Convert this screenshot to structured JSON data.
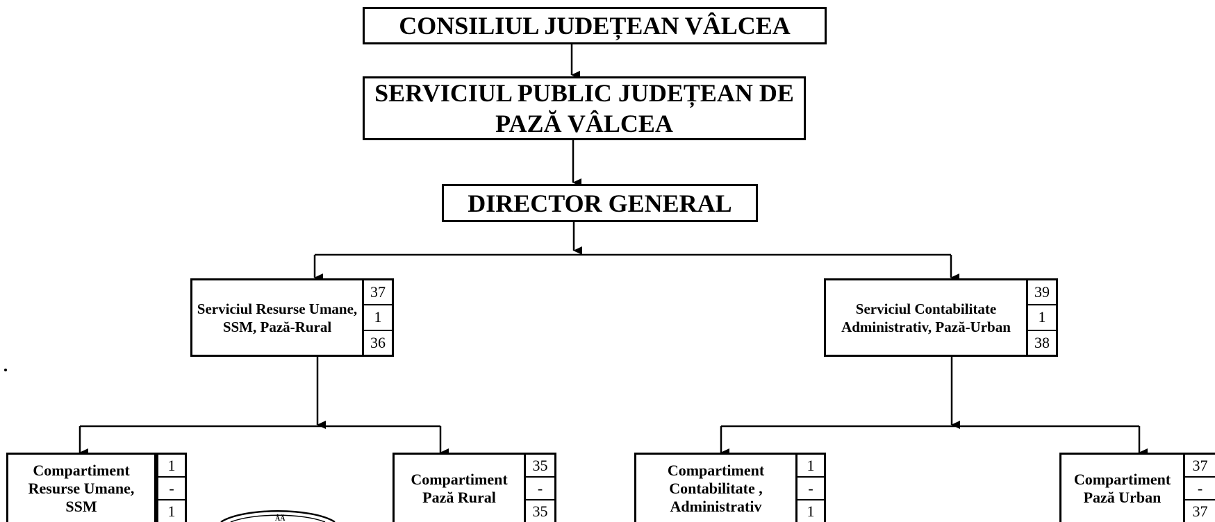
{
  "org_chart": {
    "top": {
      "label": "CONSILIUL JUDEȚEAN VÂLCEA"
    },
    "service": {
      "label": "SERVICIUL PUBLIC JUDEȚEAN DE PAZĂ VÂLCEA"
    },
    "director": {
      "label": "DIRECTOR GENERAL"
    },
    "left_service": {
      "label": "Serviciul Resurse Umane, SSM, Pază-Rural",
      "counts": [
        "37",
        "1",
        "36"
      ]
    },
    "right_service": {
      "label": "Serviciul Contabilitate Administrativ, Pază-Urban",
      "counts": [
        "39",
        "1",
        "38"
      ]
    },
    "compartments": [
      {
        "label": "Compartiment Resurse Umane, SSM",
        "counts": [
          "1",
          "-",
          "1"
        ]
      },
      {
        "label": "Compartiment Pază Rural",
        "counts": [
          "35",
          "-",
          "35"
        ]
      },
      {
        "label": "Compartiment Contabilitate , Administrativ",
        "counts": [
          "1",
          "-",
          "1"
        ]
      },
      {
        "label": "Compartiment Pază Urban",
        "counts": [
          "37",
          "-",
          "37"
        ]
      }
    ]
  }
}
